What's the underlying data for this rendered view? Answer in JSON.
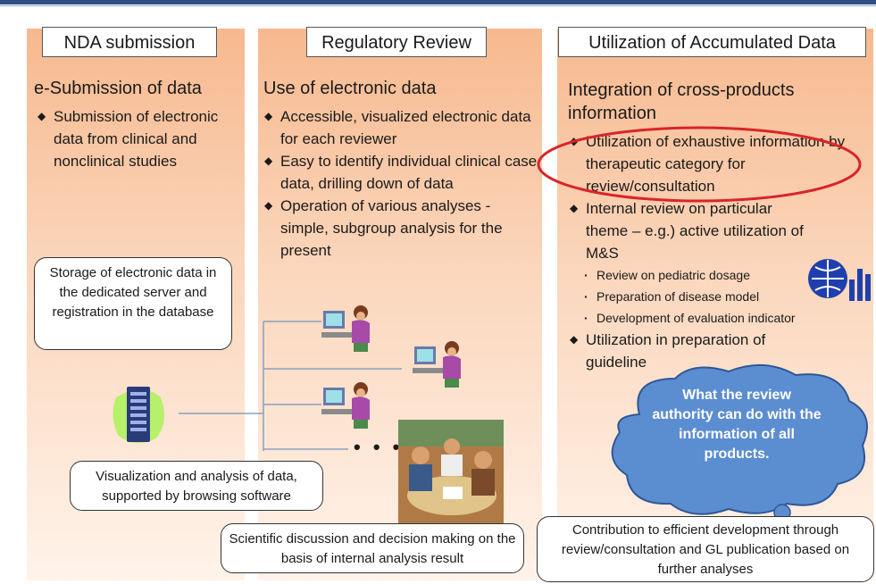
{
  "columns": [
    {
      "header": "NDA submission",
      "subtitle": "e-Submission of data",
      "items": [
        "Submission of electronic data from clinical and nonclinical studies"
      ],
      "callout": "Storage of electronic data in the dedicated server and registration in the database"
    },
    {
      "header": "Regulatory Review",
      "subtitle": "Use of electronic data",
      "items": [
        "Accessible, visualized electronic data for each reviewer",
        "Easy to identify individual clinical case data, drilling down of data",
        "Operation of various analyses - simple, subgroup analysis for the present"
      ],
      "callout": "Scientific discussion and decision making on the basis of internal analysis result"
    },
    {
      "header": "Utilization of Accumulated Data",
      "subtitle": "Integration of cross-products information",
      "items": [
        "Utilization of exhaustive information by therapeutic category  for review/consultation",
        "Internal review on particular theme – e.g.) active utilization of M&S",
        "Utilization in preparation of guideline"
      ],
      "subitems": [
        "Review on pediatric dosage",
        "Preparation of disease model",
        "Development of evaluation indicator"
      ],
      "callout": "Contribution to efficient development through review/consultation and GL publication based on further analyses"
    }
  ],
  "browse_callout": "Visualization and analysis of data, supported by browsing software",
  "cloud_text": "What the review authority can do with the information of all products.",
  "ellipsis": "• • •",
  "colors": {
    "accent_circle": "#d9252a",
    "cloud": "#5b8dd1",
    "column_top": "#f7b98f",
    "header_bar": "#2f4f82"
  }
}
